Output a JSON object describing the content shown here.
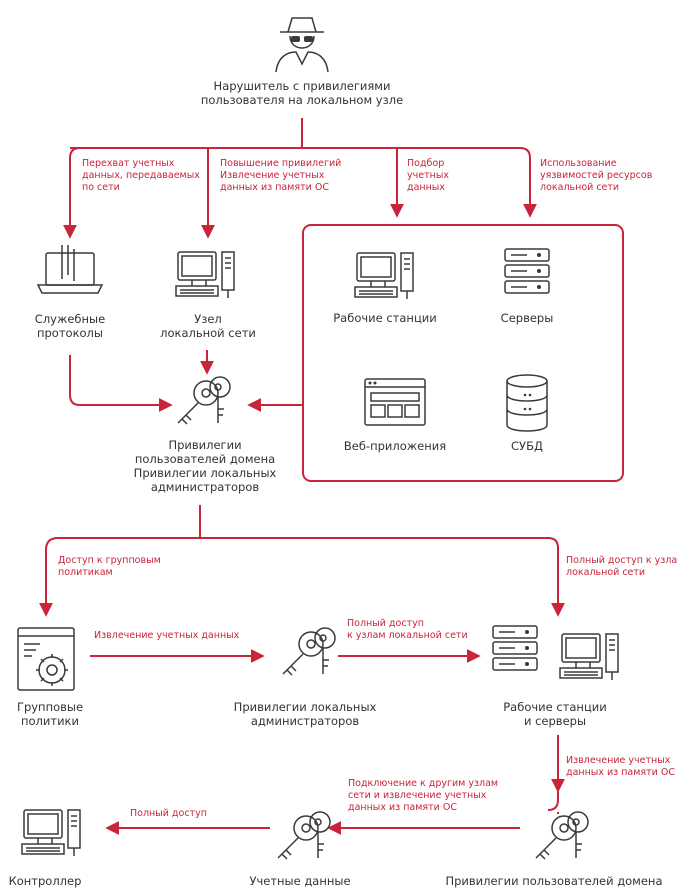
{
  "nodes": {
    "attacker": "Нарушитель с привилегиями\nпользователя на локальном узле",
    "service_protocols": "Служебные\nпротоколы",
    "local_node": "Узел\nлокальной сети",
    "workstations": "Рабочие станции",
    "servers": "Серверы",
    "web_apps": "Веб-приложения",
    "dbms": "СУБД",
    "domain_privileges": "Привилегии\nпользователей домена\nПривилегии локальных\nадминистраторов",
    "group_policies": "Групповые\nполитики",
    "local_admin_privileges": "Привилегии локальных\nадминистраторов",
    "workstations_servers": "Рабочие станции\nи серверы",
    "controller": "Контроллер",
    "credentials": "Учетные данные",
    "domain_user_privileges": "Привилегии пользователей домена"
  },
  "edges": {
    "intercept": "Перехват учетных\nданных, передаваемых\nпо сети",
    "escalation": "Повышение привилегий\nИзвлечение учетных\nданных из памяти ОС",
    "bruteforce": "Подбор\nучетных\nданных",
    "vulns": "Использование\nуязвимостей ресурсов\nлокальной сети",
    "group_policy_access": "Доступ к групповым\nполитикам",
    "full_node_access": "Полный доступ к узла\nлокальной сети",
    "extract_creds": "Извлечение учетных данных",
    "full_access_nodes": "Полный доступ\nк узлам локальной сети",
    "extract_mem": "Извлечение учетных\nданных из памяти ОС",
    "connect_other": "Подключение к другим узлам\nсети и извлечение учетных\nданных из памяти ОС",
    "full_access": "Полный доступ"
  },
  "colors": {
    "accent": "#c8243a",
    "icon": "#3a3a3a",
    "text": "#333333"
  }
}
